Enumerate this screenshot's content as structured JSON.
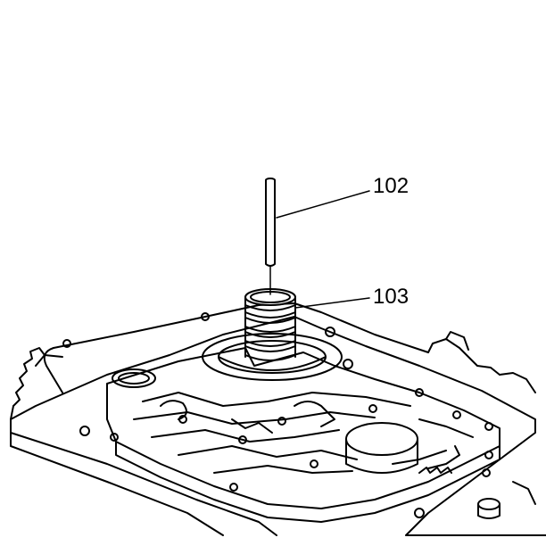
{
  "callouts": [
    {
      "id": "102",
      "label": "102",
      "part": "pin"
    },
    {
      "id": "103",
      "label": "103",
      "part": "spring"
    }
  ],
  "colors": {
    "line": "#000000",
    "background": "#ffffff",
    "valve_body_fill": "#ffffff"
  },
  "subject": "valve-body-with-pin-and-spring"
}
